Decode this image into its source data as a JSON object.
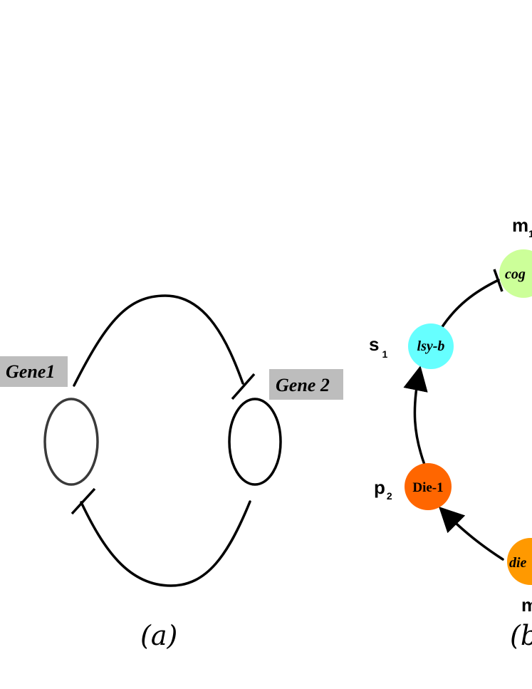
{
  "panel_a": {
    "gene1_label": "Gene1",
    "gene2_label": "Gene 2",
    "caption": "(a)",
    "label_bg_color": "#bdbdbd"
  },
  "panel_b": {
    "caption": "(b",
    "nodes": {
      "cog": {
        "label": "cog",
        "color": "#ccff99"
      },
      "lsy_b": {
        "label": "lsy-b",
        "color": "#66ffff"
      },
      "die1": {
        "label": "Die-1",
        "color": "#ff6600"
      },
      "die": {
        "label": "die",
        "color": "#ff9900"
      }
    },
    "variables": {
      "m1": {
        "main": "m",
        "sub": "1"
      },
      "s1": {
        "main": "s",
        "sub": "1"
      },
      "p2": {
        "main": "p",
        "sub": "2"
      },
      "m_bottom": {
        "main": "m"
      }
    }
  }
}
